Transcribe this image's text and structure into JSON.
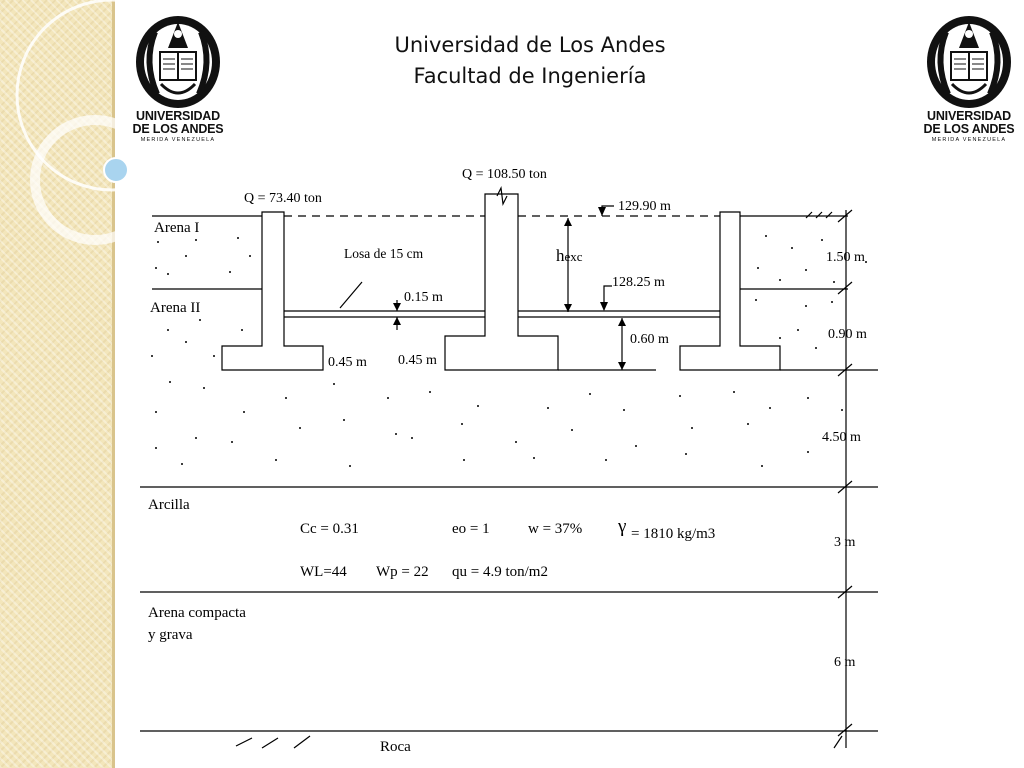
{
  "header": {
    "line1": "Universidad de Los Andes",
    "line2": "Facultad de Ingeniería"
  },
  "logo": {
    "name_line1": "UNIVERSIDAD",
    "name_line2": "DE LOS ANDES",
    "city": "MERIDA VENEZUELA"
  },
  "diagram": {
    "loads": {
      "left": "Q = 73.40 ton",
      "center": "Q = 108.50 ton"
    },
    "layers": {
      "arena1": "Arena I",
      "arena2": "Arena II",
      "arcilla": "Arcilla",
      "arena_compacta_1": "Arena compacta",
      "arena_compacta_2": "y grava",
      "roca": "Roca"
    },
    "annotations": {
      "losa": "Losa de 15 cm",
      "elev_top": "129.90 m",
      "elev_exc": "128.25 m",
      "hexc_main": "h",
      "hexc_sub": "exc",
      "slab_thickness": "0.15 m",
      "footing_height": "0.60 m",
      "footing_edge_left": "0.45 m",
      "footing_edge_right": "0.45 m"
    },
    "depths": {
      "d1": "1.50 m",
      "d2": "0.90 m",
      "d3": "4.50 m",
      "d4": "3 m",
      "d5": "6 m"
    },
    "clay_properties": {
      "cc": "Cc = 0.31",
      "eo": "eo = 1",
      "w": "w = 37%",
      "gamma_symbol": "γ",
      "gamma": "= 1810 kg/m3",
      "wl": "WL=44",
      "wp": "Wp = 22",
      "qu": "qu = 4.9 ton/m2"
    }
  },
  "colors": {
    "sidebar": "#f3e6bb",
    "sidebar_circle": "#ffffff",
    "bullet": "#a9d4ef",
    "ink": "#000000"
  }
}
